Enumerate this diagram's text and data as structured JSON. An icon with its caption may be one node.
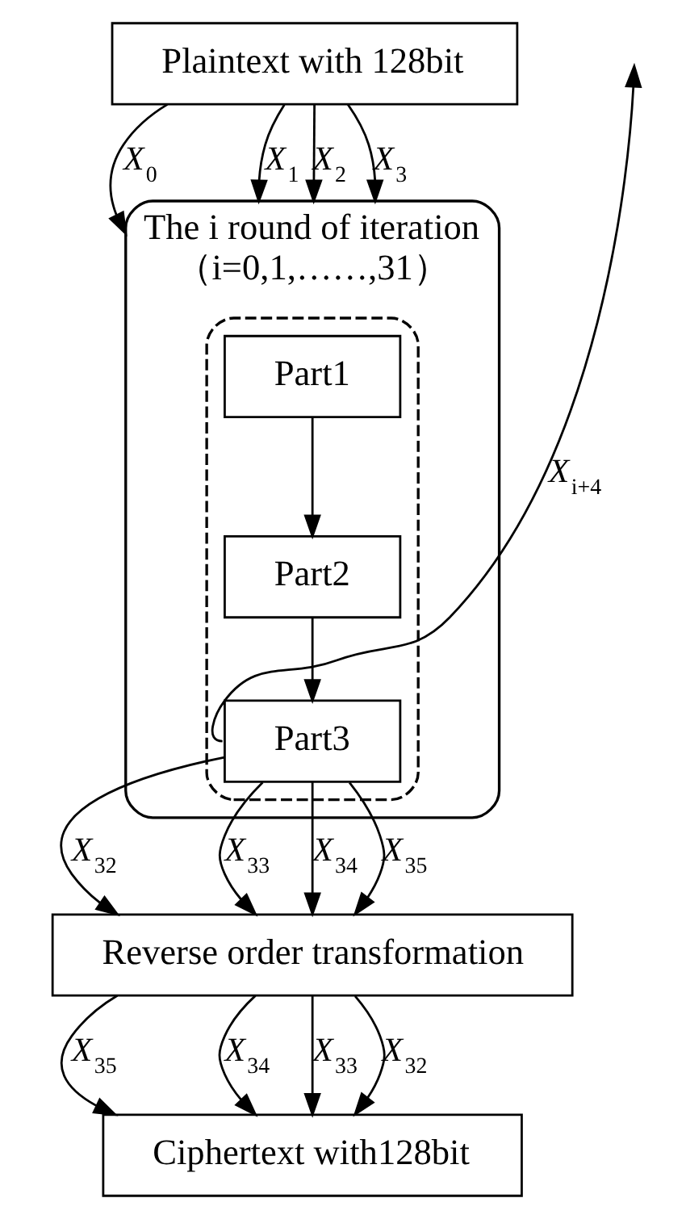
{
  "diagram": {
    "nodes": [
      {
        "text": [
          "Plaintext with 128bit"
        ]
      },
      {
        "text": [
          "The i round of iteration",
          "（i=0,1,……,31）"
        ]
      },
      {
        "text": [],
        "shape": "box",
        "in": 1
      },
      {
        "text": [
          "Part1"
        ],
        "in": 2
      },
      {
        "text": [
          "Part2"
        ],
        "in": 2
      },
      {
        "text": [
          "Part3"
        ],
        "in": 2
      },
      {
        "text": [
          "Reverse order transformation"
        ]
      },
      {
        "text": [
          "Ciphertext with128bit"
        ]
      }
    ],
    "edges": [
      {
        "from": 0,
        "to": 1,
        "arrow": "to",
        "label": "*X*$_{0}$"
      },
      {
        "from": 0,
        "to": 1,
        "arrow": "to",
        "label": "*X*$_{1}$"
      },
      {
        "from": 0,
        "to": 1,
        "arrow": "to",
        "label": "*X*$_{2}$"
      },
      {
        "from": 0,
        "to": 1,
        "arrow": "to",
        "label": "*X*$_{3}$"
      },
      {
        "from": 3,
        "to": 4,
        "arrow": "to"
      },
      {
        "from": 4,
        "to": 5,
        "arrow": "to"
      },
      {
        "from": 5,
        "to": null,
        "arrow": "to",
        "label": "*X*$_{i+4}$"
      },
      {
        "from": 5,
        "to": 6,
        "arrow": "to",
        "label": "*X*$_{32}$"
      },
      {
        "from": 5,
        "to": 6,
        "arrow": "to",
        "label": "*X*$_{33}$"
      },
      {
        "from": 5,
        "to": 6,
        "arrow": "to",
        "label": "*X*$_{34}$"
      },
      {
        "from": 5,
        "to": 6,
        "arrow": "to",
        "label": "*X*$_{35}$"
      },
      {
        "from": 6,
        "to": 7,
        "arrow": "to",
        "label": "*X*$_{35}$"
      },
      {
        "from": 6,
        "to": 7,
        "arrow": "to",
        "label": "*X*$_{34}$"
      },
      {
        "from": 6,
        "to": 7,
        "arrow": "to",
        "label": "*X*$_{33}$"
      },
      {
        "from": 6,
        "to": 7,
        "arrow": "to",
        "label": "*X*$_{32}$"
      }
    ]
  }
}
